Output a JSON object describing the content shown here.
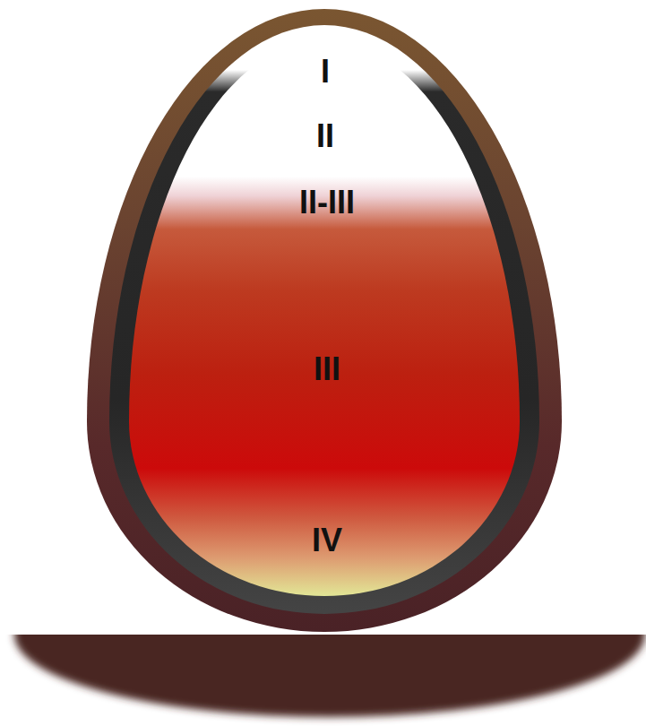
{
  "diagram": {
    "labels": [
      "I",
      "II",
      "II-III",
      "III",
      "IV"
    ]
  }
}
